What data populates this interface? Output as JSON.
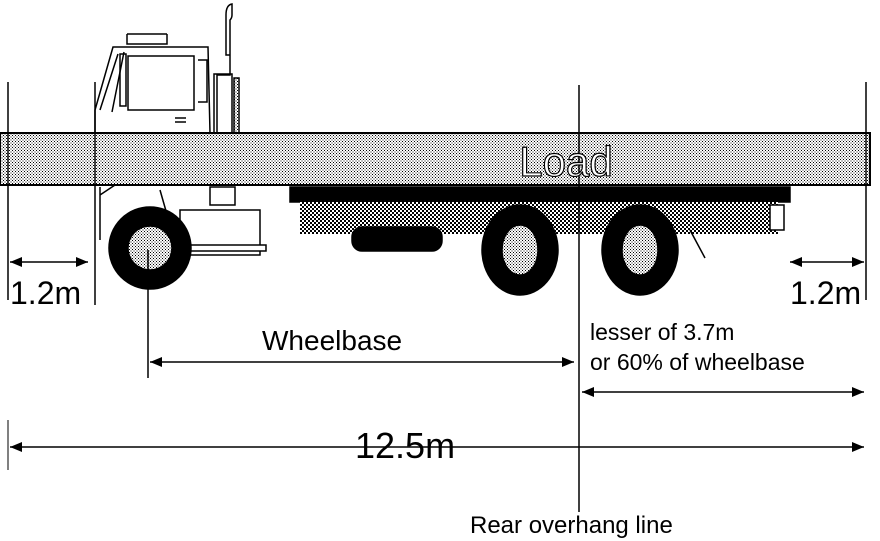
{
  "diagram": {
    "load_label": "Load",
    "front_overhang_label": "1.2m",
    "rear_overhang_label": "1.2m",
    "wheelbase_label": "Wheelbase",
    "rear_limit_line1": "lesser of 3.7m",
    "rear_limit_line2": "or 60% of wheelbase",
    "total_length_label": "12.5m",
    "rear_overhang_line_label": "Rear overhang line"
  },
  "colors": {
    "ink": "#000000",
    "background": "#ffffff"
  }
}
